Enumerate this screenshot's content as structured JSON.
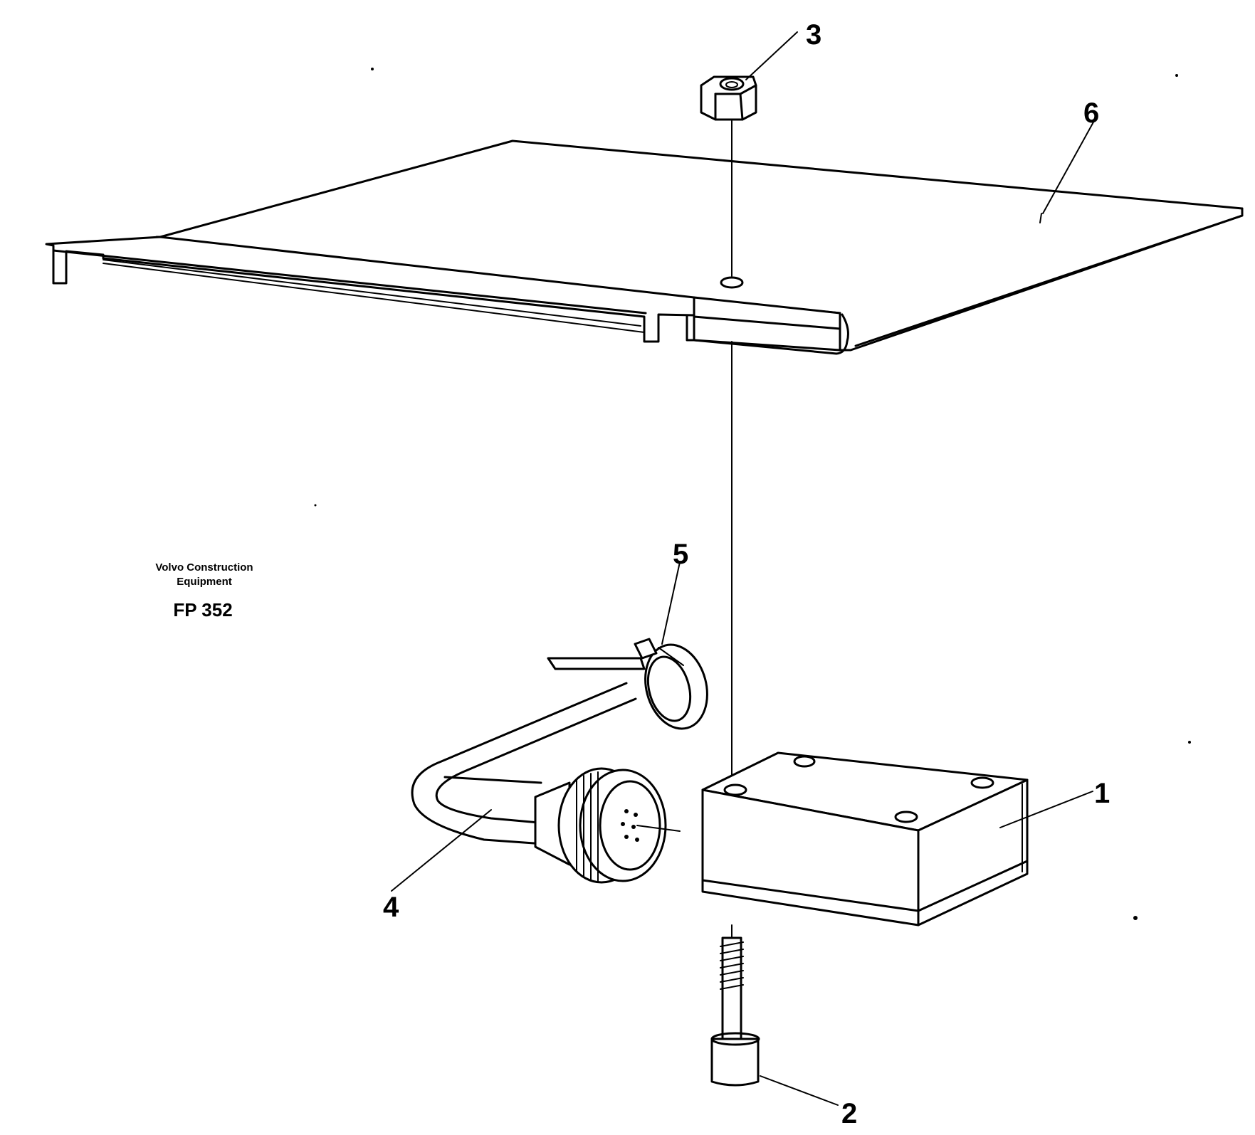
{
  "caption": {
    "line1": "Volvo Construction",
    "line2": "Equipment",
    "code": "FP 352"
  },
  "callouts": [
    {
      "id": "1",
      "label": "1"
    },
    {
      "id": "2",
      "label": "2"
    },
    {
      "id": "3",
      "label": "3"
    },
    {
      "id": "4",
      "label": "4"
    },
    {
      "id": "5",
      "label": "5"
    },
    {
      "id": "6",
      "label": "6"
    }
  ],
  "parts": [
    {
      "callout": "1",
      "icon": "control-box-icon"
    },
    {
      "callout": "2",
      "icon": "bolt-icon"
    },
    {
      "callout": "3",
      "icon": "nut-icon"
    },
    {
      "callout": "4",
      "icon": "cable-connector-icon"
    },
    {
      "callout": "5",
      "icon": "hose-clamp-icon"
    },
    {
      "callout": "6",
      "icon": "mounting-plate-icon"
    }
  ]
}
